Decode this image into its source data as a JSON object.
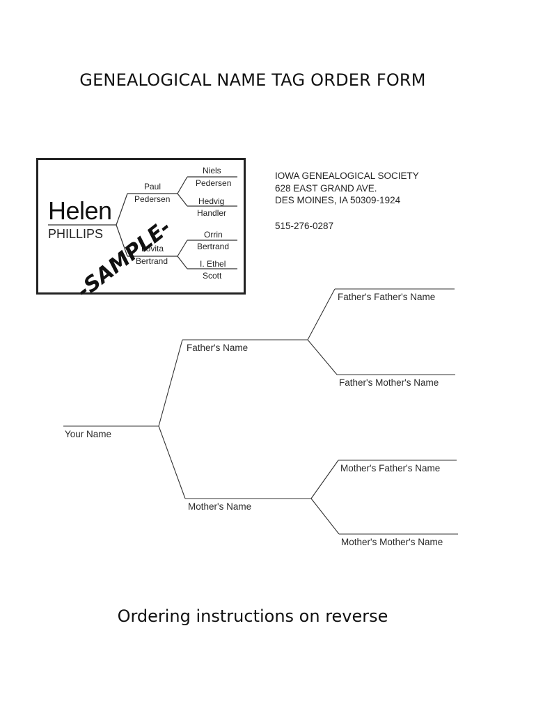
{
  "title": "GENEALOGICAL NAME TAG ORDER FORM",
  "sample_card": {
    "first_name": "Helen",
    "surname": "PHILLIPS",
    "father_first": "Paul",
    "father_last": "Pedersen",
    "ff_first": "Niels",
    "ff_last": "Pedersen",
    "fm_first": "Hedvig",
    "fm_last": "Handler",
    "mother_first": "Lovita",
    "mother_last": "Bertrand",
    "mf_first": "Orrin",
    "mf_last": "Bertrand",
    "mm_first": "I. Ethel",
    "mm_last": "Scott",
    "stamp": "-SAMPLE-"
  },
  "address": {
    "org": "IOWA GENEALOGICAL SOCIETY",
    "street": "628 EAST GRAND AVE.",
    "city": "DES MOINES, IA 50309-1924",
    "phone": "515-276-0287"
  },
  "tree": {
    "your_name": "Your Name",
    "fathers_name": "Father's Name",
    "mothers_name": "Mother's Name",
    "ff_name": "Father's Father's Name",
    "fm_name": "Father's Mother's Name",
    "mf_name": "Mother's Father's Name",
    "mm_name": "Mother's Mother's Name"
  },
  "footer": "Ordering instructions on reverse"
}
